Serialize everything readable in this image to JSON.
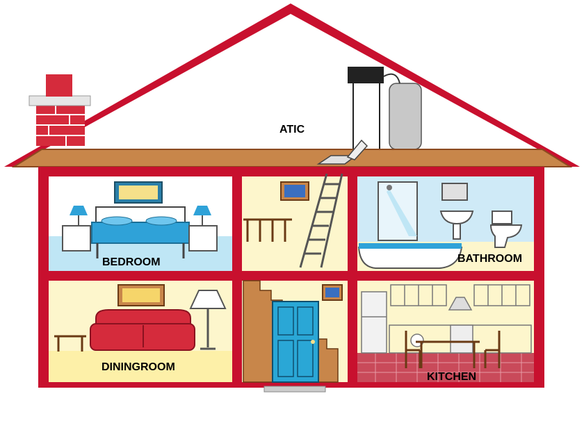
{
  "labels": {
    "attic": "ATIC",
    "bedroom": "BEDROOM",
    "bathroom": "BATHROOM",
    "diningroom": "DININGROOM",
    "kitchen": "KITCHEN"
  },
  "colors": {
    "frame": "#c8102e",
    "floor": "#c8864a",
    "bedroom_bg": "#ffffff",
    "bedroom_floor": "#bfe6f5",
    "bathroom_bg": "#cfeaf7",
    "cream": "#fdf6cc",
    "kitchen_tile": "#c94a5a",
    "door": "#2aa7d6"
  },
  "icons": [
    "chimney-icon",
    "water-heater-icon",
    "bed-icon",
    "lamp-icon",
    "ladder-icon",
    "shower-icon",
    "bathtub-icon",
    "sink-icon",
    "toilet-icon",
    "sofa-icon",
    "floor-lamp-icon",
    "staircase-icon",
    "door-icon",
    "cabinet-icon",
    "fridge-icon",
    "stove-icon",
    "table-icon",
    "chair-icon",
    "picture-frame-icon"
  ]
}
